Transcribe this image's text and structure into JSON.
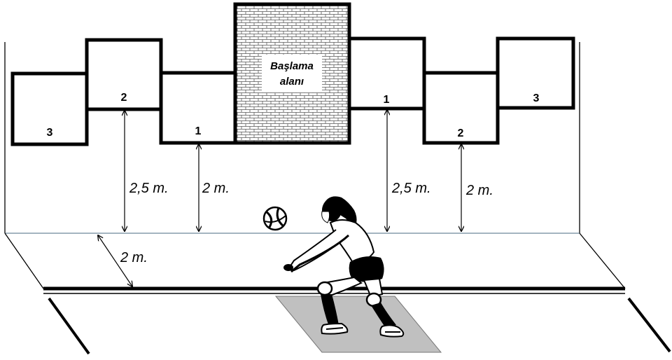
{
  "diagram": {
    "start_area_line1": "Başlama",
    "start_area_line2": "alanı",
    "targets_left": [
      "3",
      "2",
      "1"
    ],
    "targets_right": [
      "1",
      "2",
      "3"
    ],
    "height_labels_left": [
      "2,5 m.",
      "2 m."
    ],
    "height_labels_right": [
      "2,5 m.",
      "2 m."
    ],
    "distance_label": "2 m."
  }
}
